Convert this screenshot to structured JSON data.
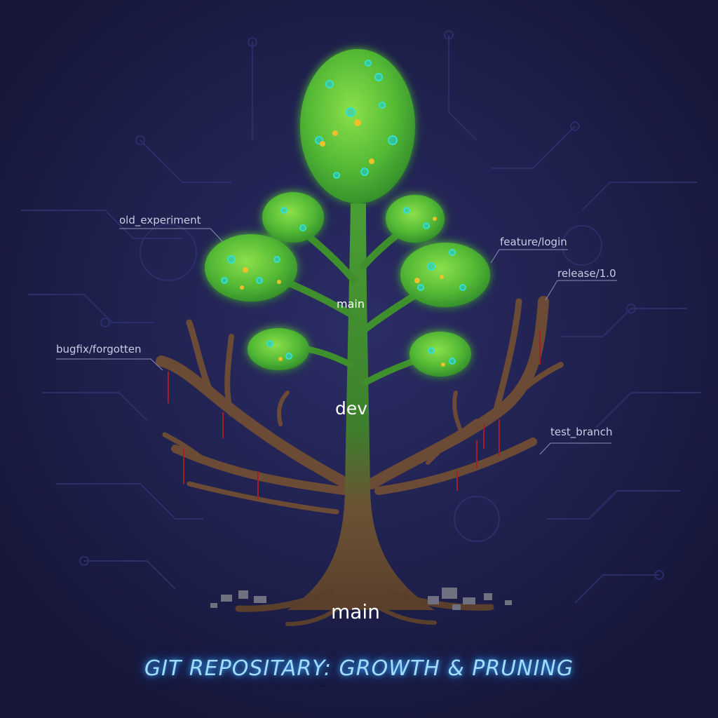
{
  "title": "GIT REPOSITARY: GROWTH & PRUNING",
  "branch_labels": {
    "old_experiment": "old_experiment",
    "feature_login": "feature/login",
    "release": "release/1.0",
    "bugfix_forgotten": "bugfix/forgotten",
    "test_branch": "test_branch"
  },
  "trunk_labels": {
    "upper": "main",
    "middle": "dev",
    "base": "main"
  },
  "colors": {
    "background": "#1c1d45",
    "foliage": "#5fc83a",
    "foliage_glow": "#34e0d0",
    "berry": "#f0c02a",
    "living_branch": "#3f8f2c",
    "dead_wood": "#6b4a36",
    "title_glow": "#9fdcff"
  }
}
